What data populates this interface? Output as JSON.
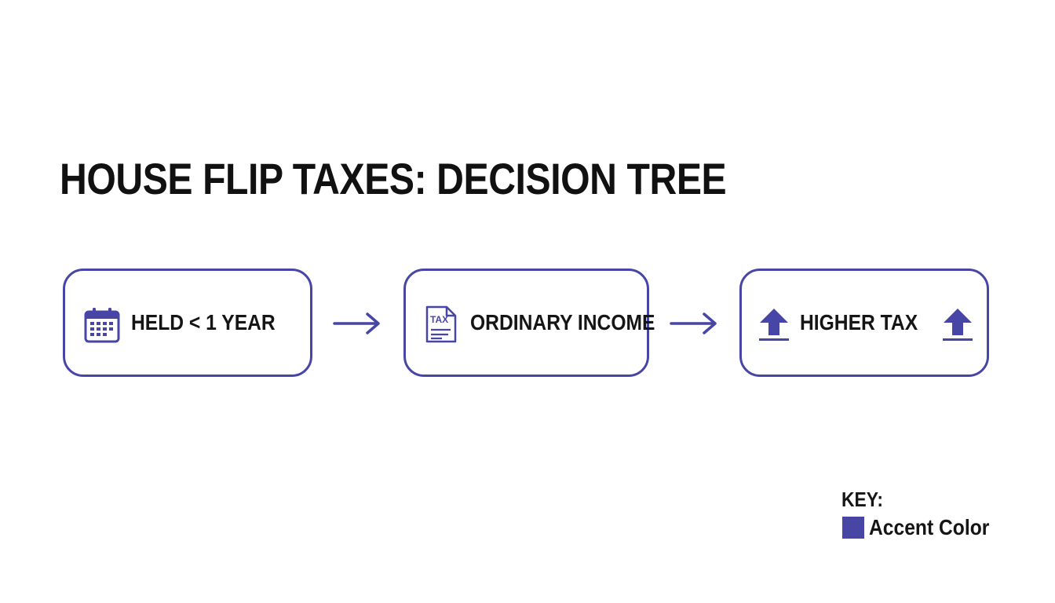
{
  "title": "HOUSE FLIP TAXES: DECISION TREE",
  "accent_color": "#4746a6",
  "nodes": [
    {
      "label": "HELD < 1 YEAR",
      "icon": "calendar-icon"
    },
    {
      "label": "ORDINARY INCOME",
      "icon": "tax-document-icon",
      "icon_text": "TAX"
    },
    {
      "label": "HIGHER TAX",
      "icons": [
        "arrow-up-icon",
        "arrow-up-icon"
      ]
    }
  ],
  "connectors": [
    "arrow-right-icon",
    "arrow-right-icon"
  ],
  "key": {
    "title": "KEY:",
    "items": [
      {
        "label": "Accent Color",
        "color": "#4746a6"
      }
    ]
  }
}
